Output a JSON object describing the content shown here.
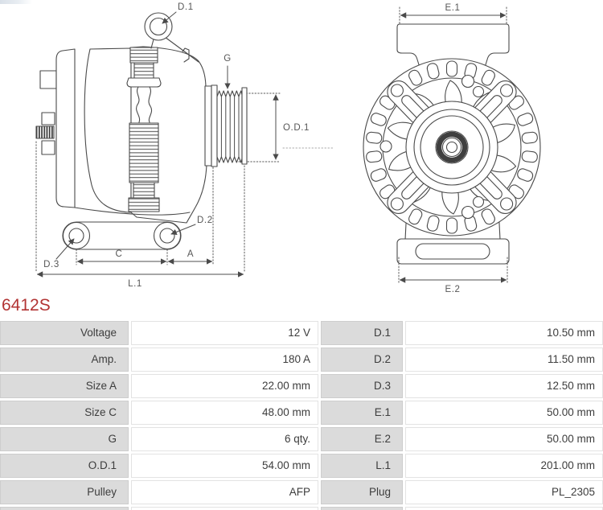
{
  "part": {
    "code": "6412S"
  },
  "colors": {
    "accent_red": "#b23434",
    "drawing_line": "#4a4a4a",
    "table_label_bg": "#dbdbdb"
  },
  "diagram": {
    "labels": {
      "d1": "D.1",
      "g": "G",
      "od1": "O.D.1",
      "d2": "D.2",
      "d3": "D.3",
      "c": "C",
      "a": "A",
      "l1": "L.1",
      "e1": "E.1",
      "e2": "E.2"
    }
  },
  "table": {
    "rows": [
      {
        "l1": "Voltage",
        "v1": "12 V",
        "l2": "D.1",
        "v2": "10.50 mm"
      },
      {
        "l1": "Amp.",
        "v1": "180 A",
        "l2": "D.2",
        "v2": "11.50 mm"
      },
      {
        "l1": "Size A",
        "v1": "22.00 mm",
        "l2": "D.3",
        "v2": "12.50 mm"
      },
      {
        "l1": "Size C",
        "v1": "48.00 mm",
        "l2": "E.1",
        "v2": "50.00 mm"
      },
      {
        "l1": "G",
        "v1": "6 qty.",
        "l2": "E.2",
        "v2": "50.00 mm"
      },
      {
        "l1": "O.D.1",
        "v1": "54.00 mm",
        "l2": "L.1",
        "v2": "201.00 mm"
      },
      {
        "l1": "Pulley",
        "v1": "AFP",
        "l2": "Plug",
        "v2": "PL_2305"
      }
    ]
  }
}
